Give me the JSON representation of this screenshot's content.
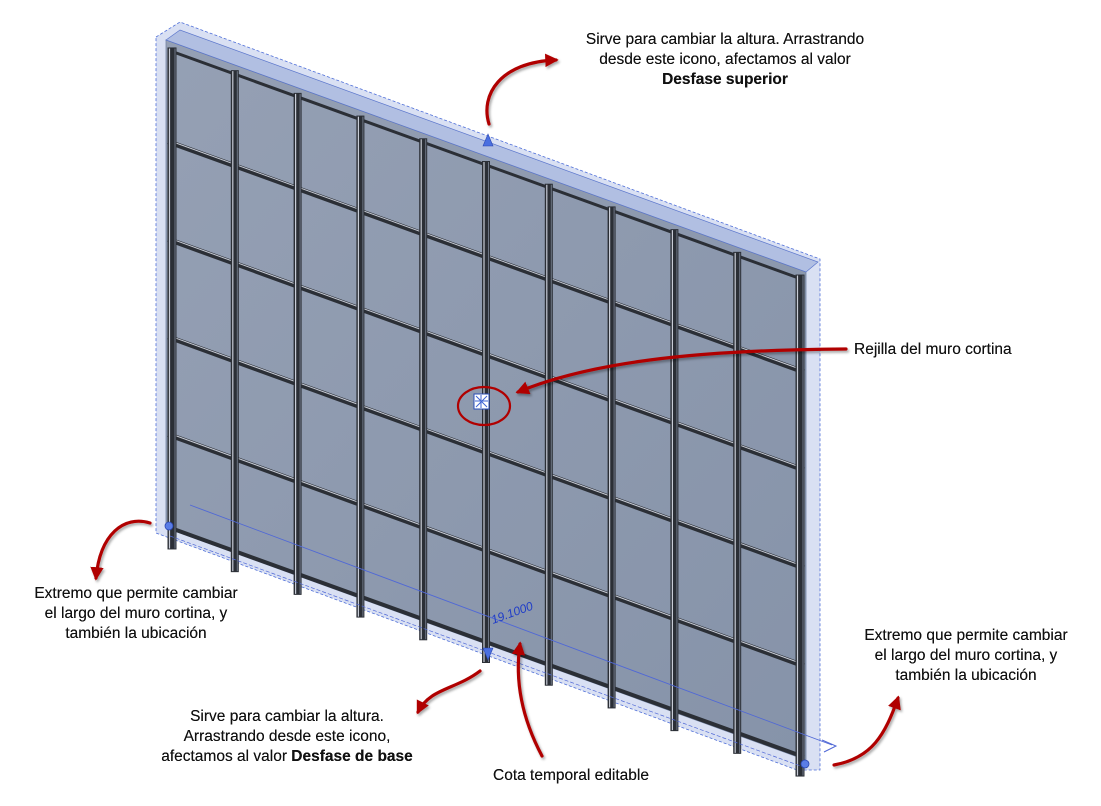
{
  "diagram": {
    "grid": {
      "vertical_lines": 11,
      "horizontal_bands": 5
    },
    "dimension_value": "19.1000",
    "colors": {
      "glass": "#8e9aaf",
      "glass_edge": "#a5b5d9",
      "mullion": "#2b2f36",
      "mullion_highlight": "#c8ccd6",
      "arrow": "#b00000",
      "dimension": "#1f3cc8"
    },
    "icons": [
      "grid-move-icon",
      "top-offset-handle-icon",
      "base-offset-handle-icon",
      "left-end-handle-icon",
      "right-end-handle-icon"
    ]
  },
  "callouts": {
    "top_offset": {
      "line1": "Sirve para cambiar la altura. Arrastrando",
      "line2": "desde este icono, afectamos al valor",
      "bold": "Desfase superior"
    },
    "grid": {
      "text": "Rejilla del muro cortina"
    },
    "left_end": {
      "line1": "Extremo que permite cambiar",
      "line2": "el largo del muro cortina, y",
      "line3": "también la ubicación"
    },
    "right_end": {
      "line1": "Extremo que permite cambiar",
      "line2": "el largo del muro cortina, y",
      "line3": "también la ubicación"
    },
    "base_offset": {
      "line1": "Sirve para cambiar la altura.",
      "line2": "Arrastrando desde este icono,",
      "line3_prefix": "afectamos al valor ",
      "line3_bold": "Desfase de base"
    },
    "dimension": {
      "text": "Cota temporal editable"
    }
  }
}
